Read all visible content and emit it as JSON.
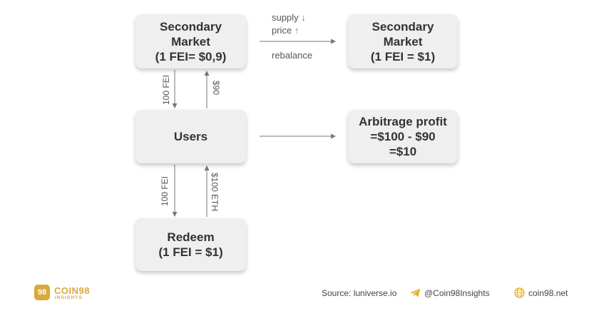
{
  "boxes": {
    "secondary_market_left": {
      "line1": "Secondary",
      "line2": "Market",
      "line3": "(1 FEI= $0,9)"
    },
    "secondary_market_right": {
      "line1": "Secondary",
      "line2": "Market",
      "line3": "(1 FEI = $1)"
    },
    "users": {
      "label": "Users"
    },
    "arbitrage": {
      "line1": "Arbitrage profit",
      "line2": "=$100 - $90",
      "line3": "=$10"
    },
    "redeem": {
      "line1": "Redeem",
      "line2": "(1 FEI = $1)"
    }
  },
  "edges": {
    "top_horizontal": {
      "supply": "supply",
      "price": "price",
      "rebalance": "rebalance",
      "down_glyph": "↓",
      "up_glyph": "↑"
    },
    "sec_to_users": "100 FEI",
    "users_to_sec": "$90",
    "users_to_redeem": "100 FEI",
    "redeem_to_users": "$100 ETH"
  },
  "footer": {
    "logo_mark": "98",
    "logo_name": "COIN98",
    "logo_sub": "INSIGHTS",
    "source": "Source: luniverse.io",
    "telegram": "@Coin98Insights",
    "website": "coin98.net"
  },
  "colors": {
    "brand_gold": "#d9a93c",
    "supply_down": "#e0506a",
    "price_up": "#33b36b",
    "telegram_icon": "#e8b23a"
  },
  "icons": [
    "telegram-icon",
    "globe-icon"
  ]
}
